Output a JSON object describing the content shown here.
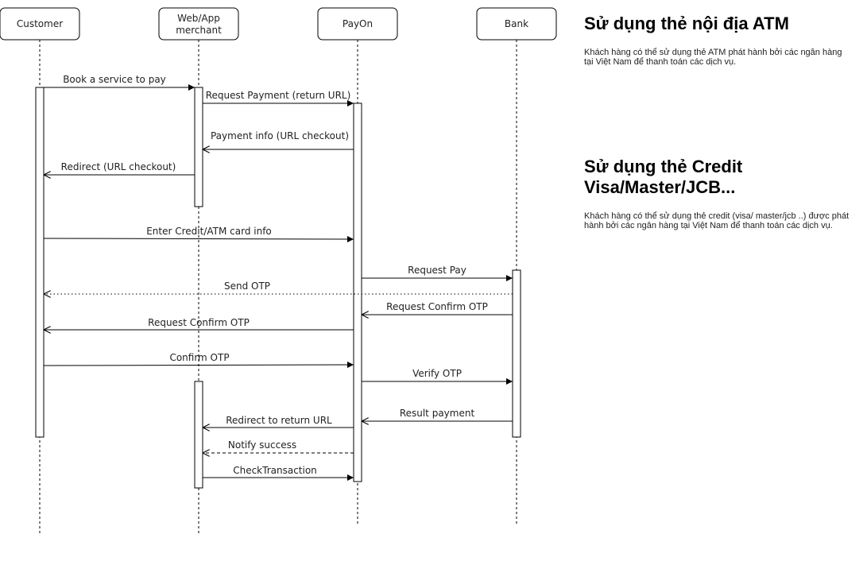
{
  "actors": [
    {
      "id": "customer",
      "label": [
        "Customer"
      ]
    },
    {
      "id": "merchant",
      "label": [
        "Web/App",
        "merchant"
      ]
    },
    {
      "id": "payon",
      "label": [
        "PayOn"
      ]
    },
    {
      "id": "bank",
      "label": [
        "Bank"
      ]
    }
  ],
  "messages": [
    {
      "from": "customer",
      "to": "merchant",
      "label": "Book a service to pay",
      "style": "sync"
    },
    {
      "from": "merchant",
      "to": "payon",
      "label": "Request Payment (return URL)",
      "style": "sync"
    },
    {
      "from": "payon",
      "to": "merchant",
      "label": "Payment info (URL checkout)",
      "style": "return"
    },
    {
      "from": "merchant",
      "to": "customer",
      "label": "Redirect (URL checkout)",
      "style": "return"
    },
    {
      "from": "customer",
      "to": "payon",
      "label": "Enter Credit/ATM card info",
      "style": "sync"
    },
    {
      "from": "payon",
      "to": "bank",
      "label": "Request Pay",
      "style": "sync"
    },
    {
      "from": "bank",
      "to": "customer",
      "label": "Send OTP",
      "style": "dotted"
    },
    {
      "from": "bank",
      "to": "payon",
      "label": "Request Confirm OTP",
      "style": "return"
    },
    {
      "from": "payon",
      "to": "customer",
      "label": "Request Confirm OTP",
      "style": "return"
    },
    {
      "from": "customer",
      "to": "payon",
      "label": "Confirm OTP",
      "style": "sync"
    },
    {
      "from": "payon",
      "to": "bank",
      "label": "Verify OTP",
      "style": "sync"
    },
    {
      "from": "bank",
      "to": "payon",
      "label": "Result payment",
      "style": "return"
    },
    {
      "from": "payon",
      "to": "merchant",
      "label": "Redirect to return URL",
      "style": "return"
    },
    {
      "from": "payon",
      "to": "merchant",
      "label": "Notify success",
      "style": "dashed"
    },
    {
      "from": "merchant",
      "to": "payon",
      "label": "CheckTransaction",
      "style": "sync"
    }
  ],
  "notes": [
    {
      "title": "Sử dụng thẻ nội địa ATM",
      "body": "Khách hàng có thể sử dụng thẻ ATM phát hành bởi các ngân hàng tại Việt Nam để thanh toán các dịch vụ."
    },
    {
      "title": "Sử dụng thẻ Credit Visa/Master/JCB...",
      "body": "Khách hàng có thể sử dụng thẻ credit (visa/ master/jcb ..)  được phát hành bởi các ngân hàng tại Việt Nam để thanh toán các dịch vụ."
    }
  ]
}
